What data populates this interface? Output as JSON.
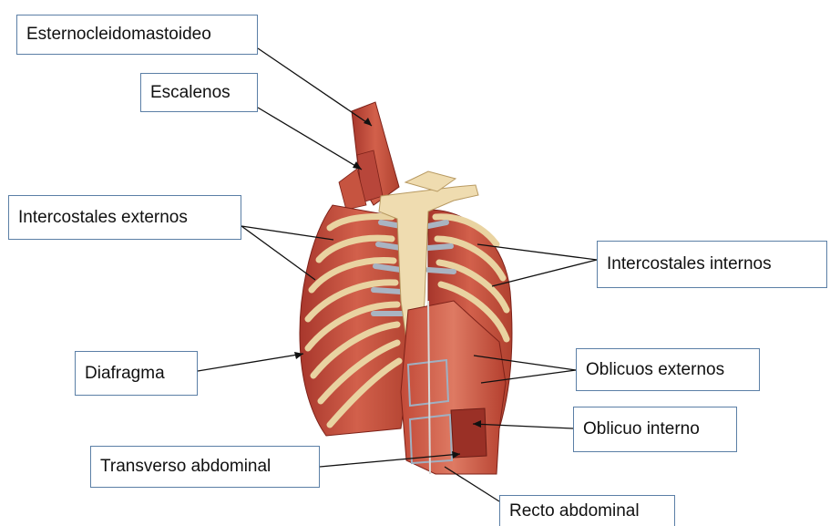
{
  "labels": {
    "esternocleidomastoideo": "Esternocleidomastoideo",
    "escalenos": "Escalenos",
    "intercostales_externos": "Intercostales externos",
    "intercostales_internos": "Intercostales internos",
    "diafragma": "Diafragma",
    "oblicuos_externos": "Oblicuos externos",
    "oblicuo_interno": "Oblicuo interno",
    "transverso_abdominal": "Transverso abdominal",
    "recto_abdominal": "Recto abdominal"
  },
  "colors": {
    "muscle": "#c9513f",
    "muscle_dark": "#8f2a22",
    "muscle_light": "#e38a74",
    "bone": "#efdcb0",
    "cartilage": "#b9c3cf",
    "label_border": "#5b7fa6",
    "leader_line": "#111111"
  }
}
